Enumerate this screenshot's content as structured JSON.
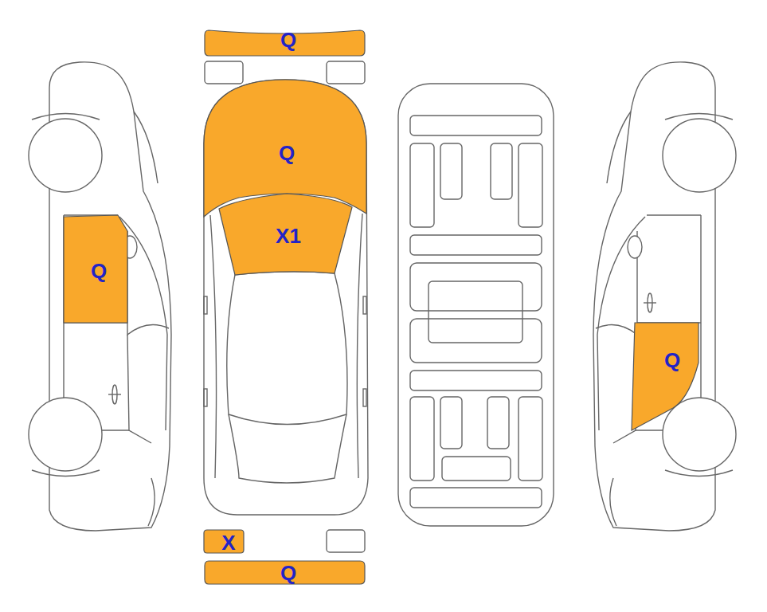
{
  "diagram": {
    "nodes": [
      {
        "text": [
          "Q"
        ]
      },
      {
        "text": [
          "Q"
        ]
      },
      {
        "text": [
          "X1"
        ]
      },
      {
        "text": [
          "Q"
        ]
      },
      {
        "text": [
          "Q"
        ]
      },
      {
        "text": [
          "X"
        ]
      },
      {
        "text": [
          "Q"
        ]
      }
    ]
  }
}
